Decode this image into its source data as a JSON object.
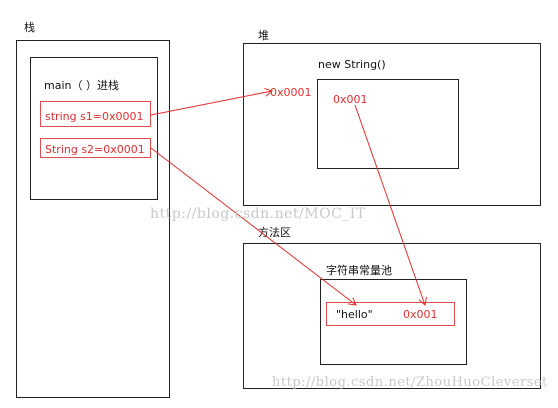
{
  "stack": {
    "title": "栈",
    "frame_label": "main（ ）进栈",
    "var_s1": "string   s1=0x0001",
    "var_s2": "String  s2=0x0001"
  },
  "heap": {
    "title": "堆",
    "object_label": "new String()",
    "address": "0x0001",
    "inner_ref": "0x001"
  },
  "method_area": {
    "title": "方法区",
    "pool_label": "字符串常量池",
    "pool_value": "\"hello\"",
    "pool_address": "0x001"
  },
  "watermarks": {
    "center": "http://blog.csdn.net/MOC_IT",
    "bottom": "http://blog.csdn.net/ZhouHuoCleverset"
  },
  "colors": {
    "outline": "#222222",
    "reference": "#e03030"
  }
}
